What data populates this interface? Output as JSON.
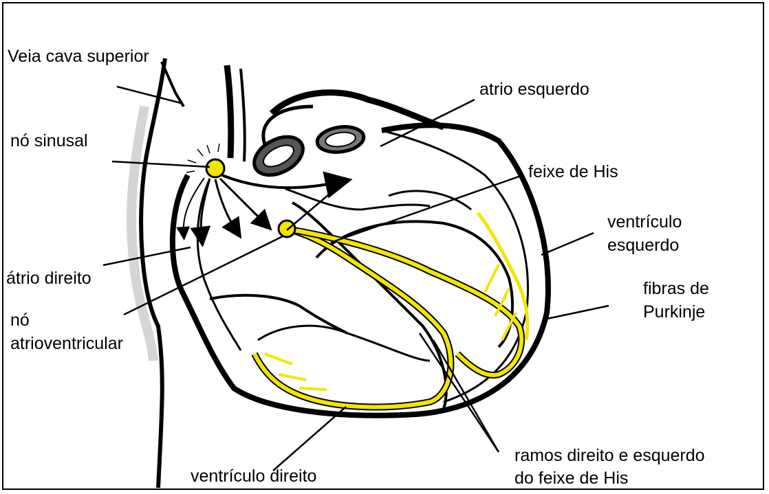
{
  "labels": {
    "veia_cava_superior": "Veia cava superior",
    "no_sinusal": "nó sinusal",
    "atrio_direito": "átrio direito",
    "no_av_line1": "nó",
    "no_av_line2": "atrioventricular",
    "ventriculo_direito": "ventrículo direito",
    "atrio_esquerdo": "atrio esquerdo",
    "feixe_de_his": "feixe de His",
    "ventriculo_esquerdo_line1": "ventrículo",
    "ventriculo_esquerdo_line2": "esquerdo",
    "fibras_purkinje_line1": "fibras de",
    "fibras_purkinje_line2": "Purkinje",
    "ramos_line1": "ramos direito e esquerdo",
    "ramos_line2": "do feixe de His"
  },
  "colors": {
    "conduction_yellow": "#f2e600",
    "ink": "#000000",
    "shade": "#c8c8c8"
  }
}
